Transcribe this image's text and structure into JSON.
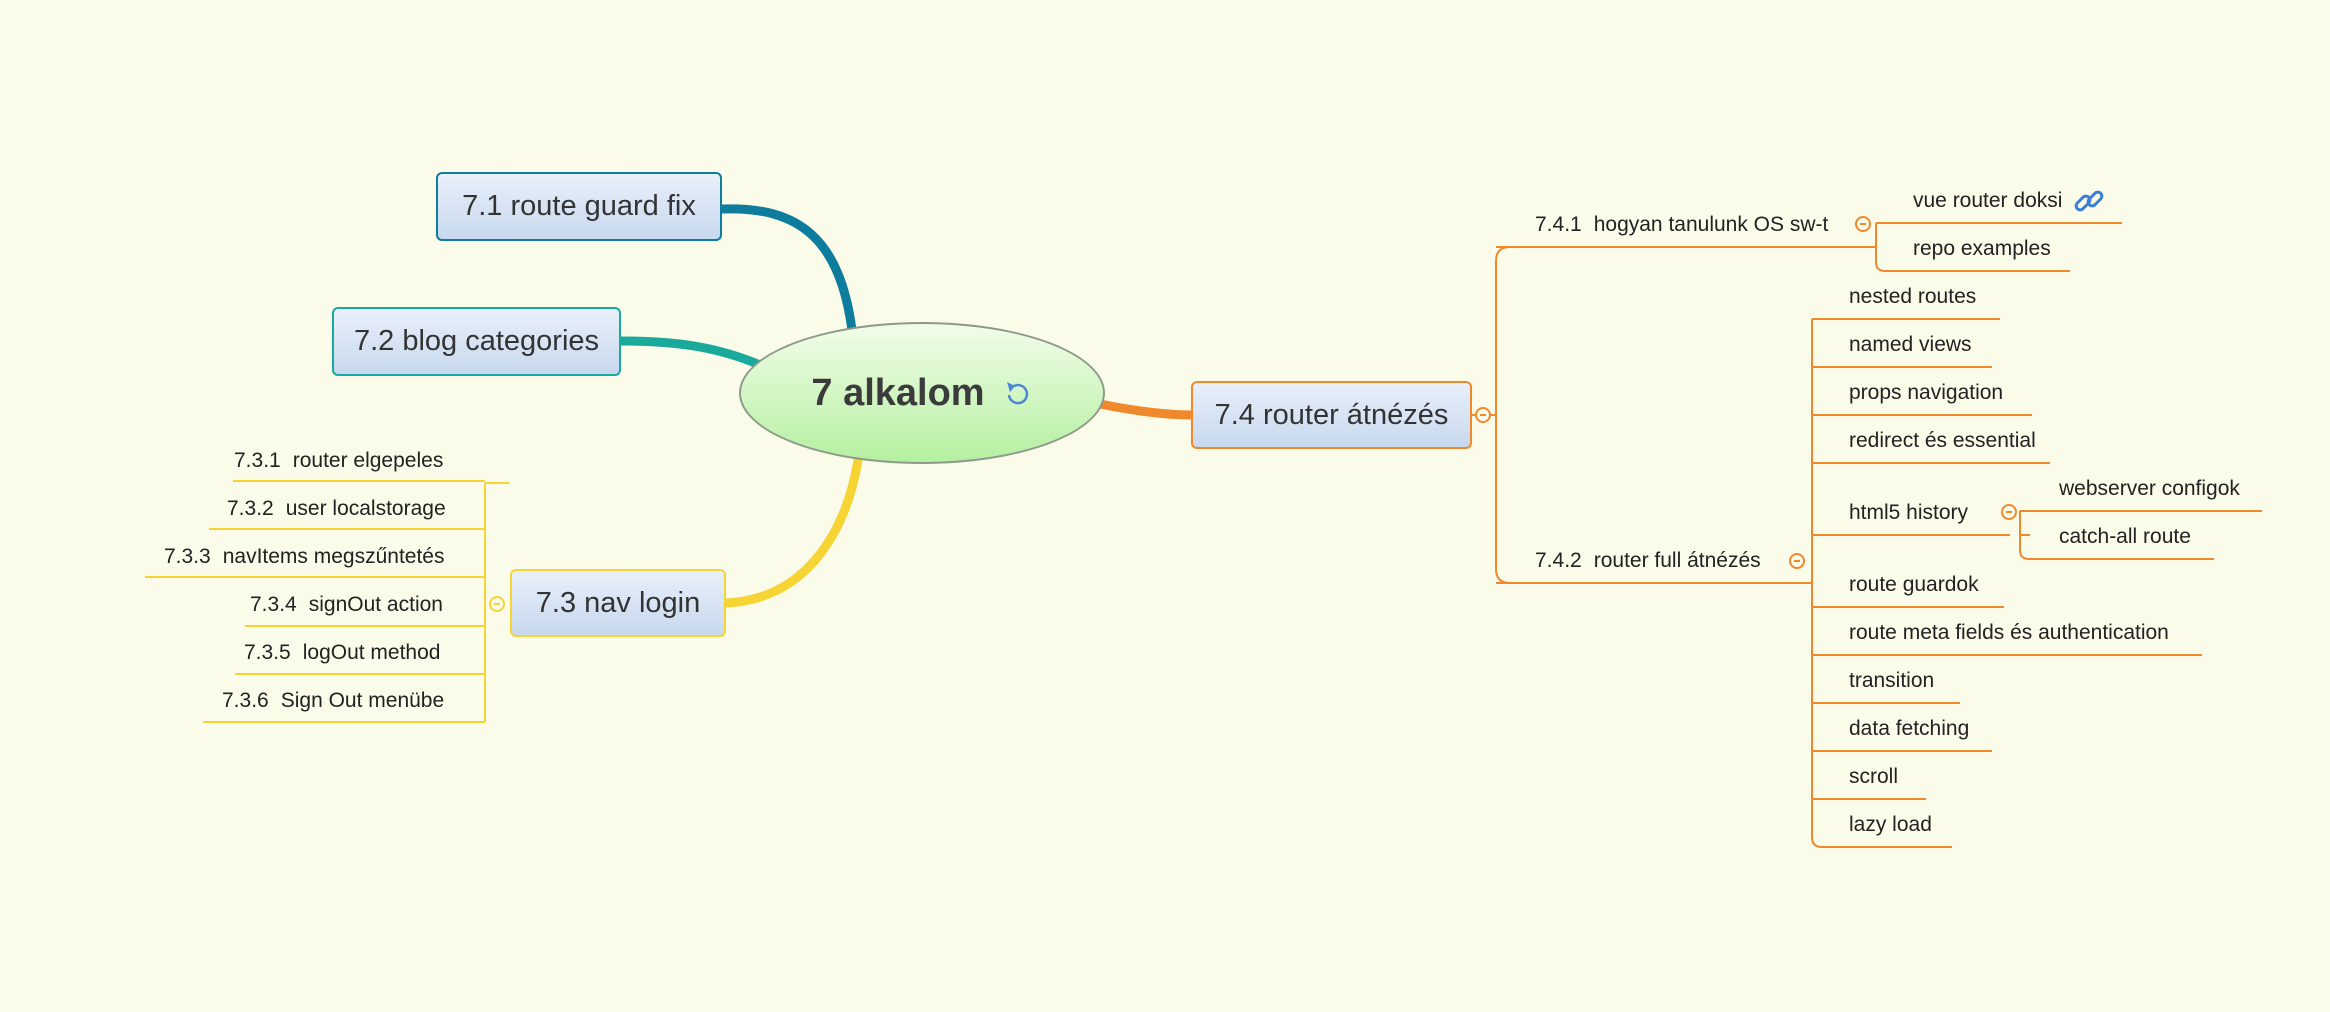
{
  "central": {
    "label": "7 alkalom",
    "icon": "refresh-icon"
  },
  "topics": [
    {
      "id": "7.1",
      "label": "7.1  route guard fix",
      "color": "#0e7c9c"
    },
    {
      "id": "7.2",
      "label": "7.2  blog categories",
      "color": "#1aaa9c"
    },
    {
      "id": "7.3",
      "label": "7.3  nav login",
      "color": "#f5d434"
    },
    {
      "id": "7.4",
      "label": "7.4  router átnézés",
      "color": "#f0882c"
    }
  ],
  "nav_login_items": [
    {
      "num": "7.3.1",
      "text": "router elgepeles"
    },
    {
      "num": "7.3.2",
      "text": "user localstorage"
    },
    {
      "num": "7.3.3",
      "text": "navItems megszűntetés"
    },
    {
      "num": "7.3.4",
      "text": "signOut action"
    },
    {
      "num": "7.3.5",
      "text": "logOut method"
    },
    {
      "num": "7.3.6",
      "text": "Sign Out menübe"
    }
  ],
  "router_sub": [
    {
      "num": "7.4.1",
      "text": "hogyan tanulunk OS sw-t"
    },
    {
      "num": "7.4.2",
      "text": "router full átnézés"
    }
  ],
  "os_items": [
    {
      "text": "vue router doksi",
      "icon": "link-icon"
    },
    {
      "text": "repo examples"
    }
  ],
  "full_items": [
    "nested routes",
    "named views",
    "props navigation",
    "redirect és essential",
    "html5 history",
    "route guardok",
    "route meta fields és authentication",
    "transition",
    "data fetching",
    "scroll",
    "lazy load"
  ],
  "history_items": [
    "webserver configok",
    "catch-all route"
  ]
}
